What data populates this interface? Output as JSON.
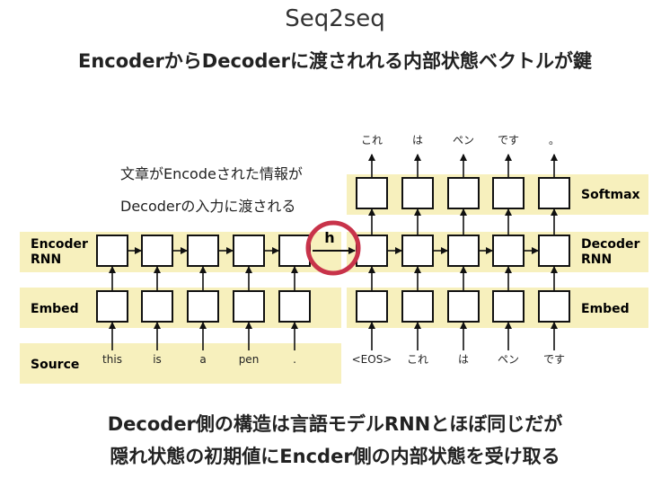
{
  "title": "Seq2seq",
  "subtitle": "EncoderからDecoderに渡されれる内部状態ベクトルが鍵",
  "annotation": {
    "line1": "文章がEncodeされた情報が",
    "line2": "Decoderの入力に渡される"
  },
  "labels": {
    "encoder_rnn": [
      "Encoder",
      "RNN"
    ],
    "decoder_rnn": [
      "Decoder",
      "RNN"
    ],
    "embed_left": "Embed",
    "embed_right": "Embed",
    "source": "Source",
    "softmax": "Softmax",
    "hidden": "h"
  },
  "source_words": [
    "this",
    "is",
    "a",
    "pen",
    "."
  ],
  "decoder_inputs": [
    "<EOS>",
    "これ",
    "は",
    "ペン",
    "です"
  ],
  "decoder_outputs": [
    "これ",
    "は",
    "ペン",
    "です",
    "。"
  ],
  "bottom": {
    "line1": "Decoder側の構造は言語モデルRNNとほぼ同じだが",
    "line2": "隠れ状態の初期値にEncder側の内部状態を受け取る"
  },
  "colors": {
    "band": "#f7f0bd",
    "box_border": "#111111",
    "highlight_circle": "#c8334a"
  }
}
